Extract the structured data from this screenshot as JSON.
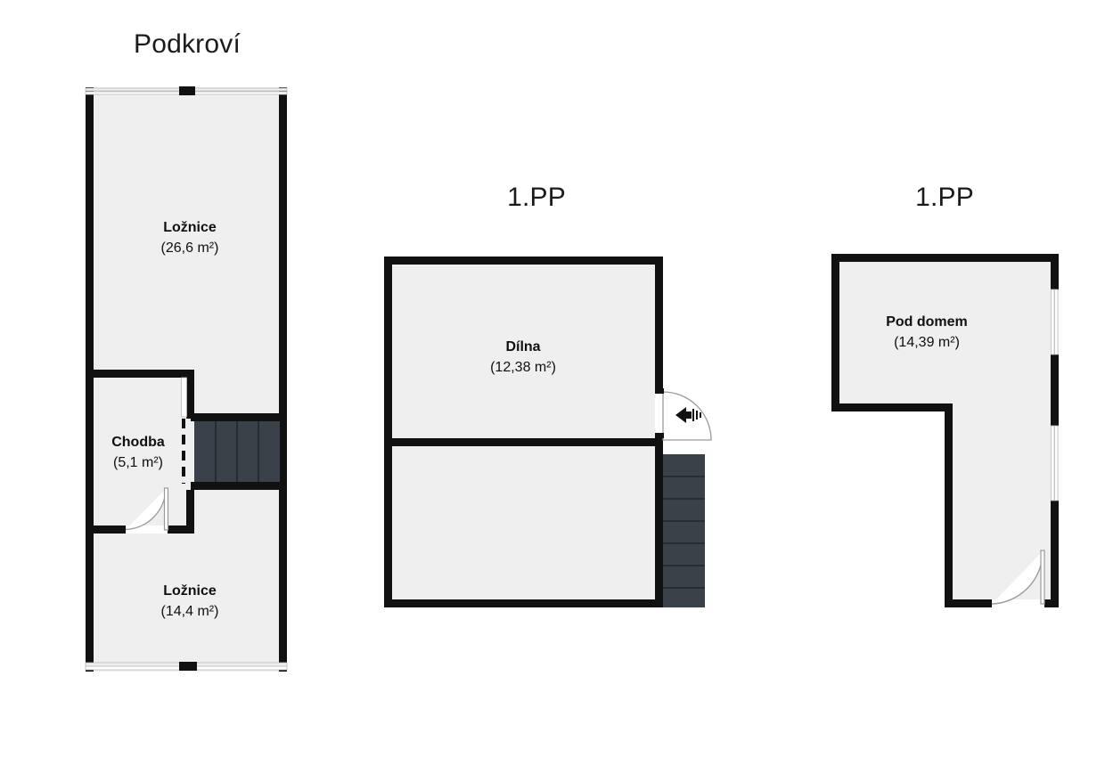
{
  "page": {
    "background": "#ffffff",
    "wall_color": "#111111",
    "floor_fill": "#efefef",
    "stair_fill": "#3b4149",
    "stair_line": "#1d2026"
  },
  "plans": [
    {
      "id": "podkrovi",
      "title": "Podkroví",
      "rooms": [
        {
          "name": "Ložnice",
          "area": "(26,6 m²)"
        },
        {
          "name": "Chodba",
          "area": "(5,1 m²)"
        },
        {
          "name": "Ložnice",
          "area": "(14,4 m²)"
        }
      ]
    },
    {
      "id": "pp-dilna",
      "title": "1.PP",
      "rooms": [
        {
          "name": "Dílna",
          "area": "(12,38 m²)"
        }
      ]
    },
    {
      "id": "pp-pod-domem",
      "title": "1.PP",
      "rooms": [
        {
          "name": "Pod domem",
          "area": "(14,39 m²)"
        }
      ]
    }
  ]
}
